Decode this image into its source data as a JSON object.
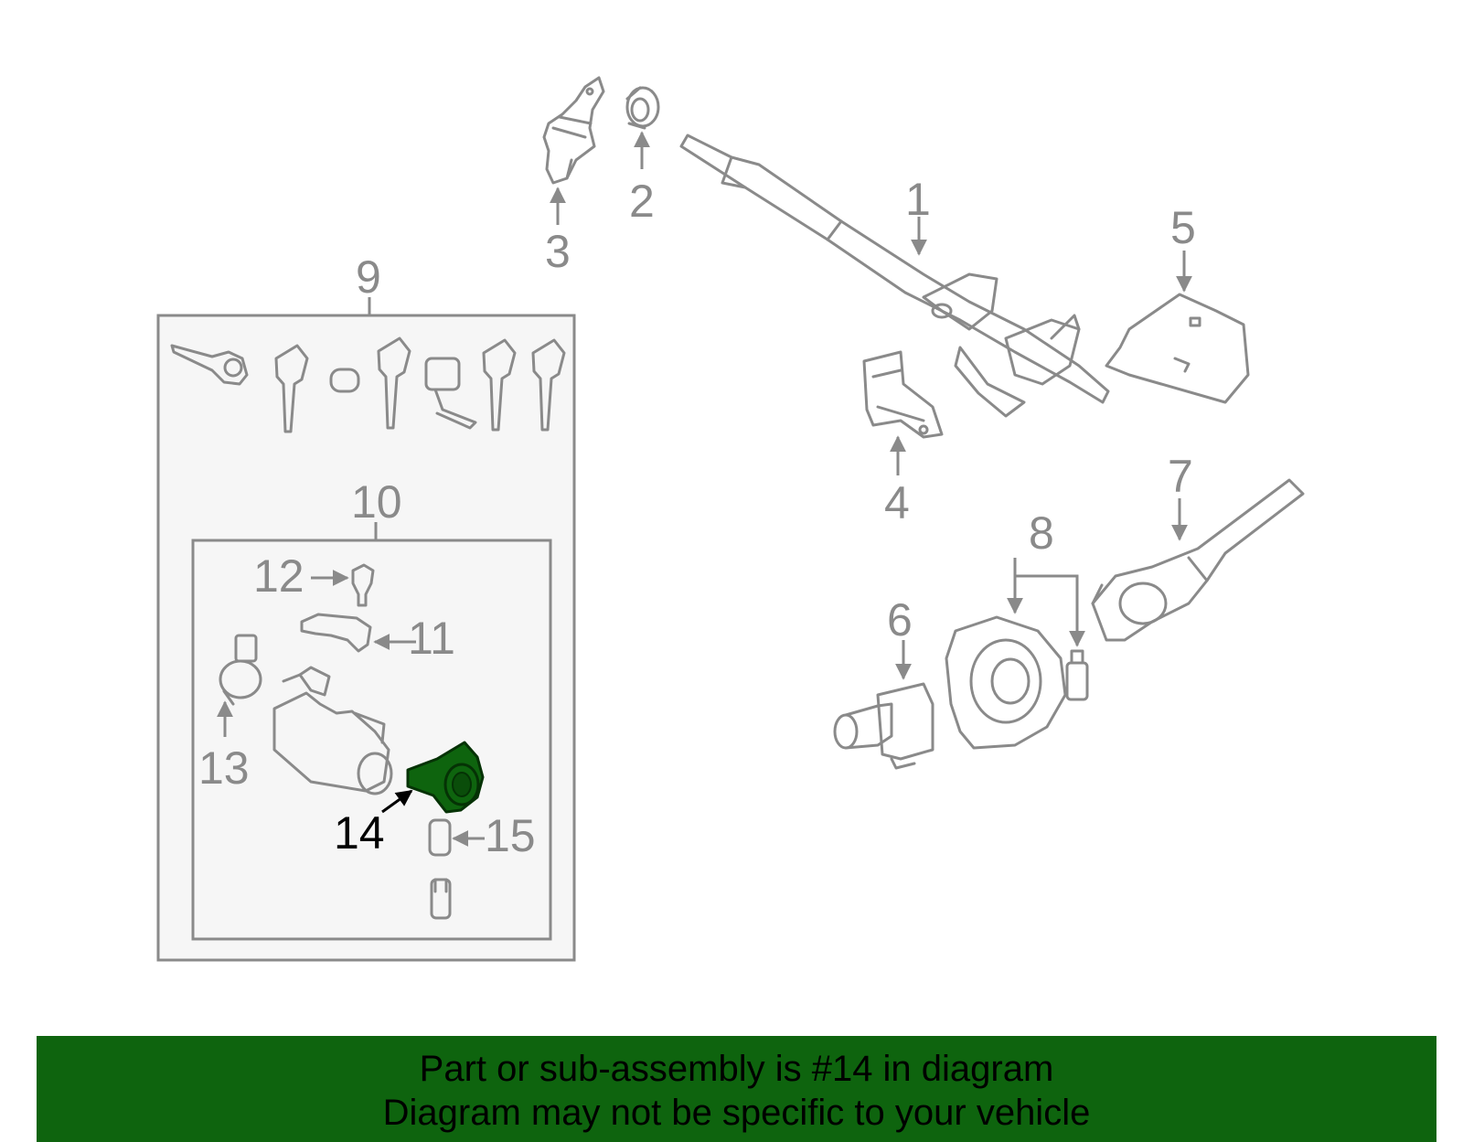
{
  "diagram": {
    "callouts": {
      "c1": "1",
      "c2": "2",
      "c3": "3",
      "c4": "4",
      "c5": "5",
      "c6": "6",
      "c7": "7",
      "c8": "8",
      "c9": "9",
      "c10": "10",
      "c11": "11",
      "c12": "12",
      "c13": "13",
      "c14": "14",
      "c15": "15"
    },
    "highlighted_part": "14",
    "colors": {
      "line": "#8a8a8a",
      "highlight": "#0e640e",
      "box_fill": "#f6f6f6",
      "banner": "#0e640e"
    }
  },
  "banner": {
    "line1": "Part or sub-assembly is #14 in diagram",
    "line2": "Diagram may not be specific to your vehicle"
  }
}
